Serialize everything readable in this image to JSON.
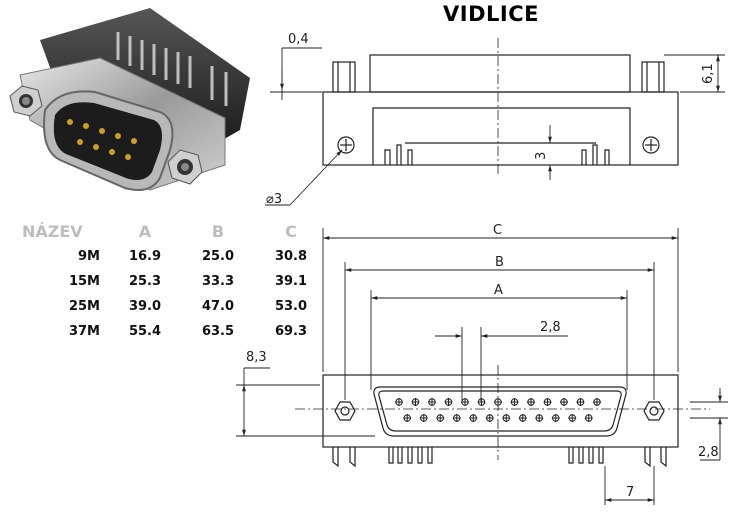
{
  "title": "VIDLICE",
  "table": {
    "headers": [
      "NÁZEV",
      "A",
      "B",
      "C"
    ],
    "rows": [
      [
        "9M",
        "16.9",
        "25.0",
        "30.8"
      ],
      [
        "15M",
        "25.3",
        "33.3",
        "39.1"
      ],
      [
        "25M",
        "39.0",
        "47.0",
        "53.0"
      ],
      [
        "37M",
        "55.4",
        "63.5",
        "69.3"
      ]
    ]
  },
  "top_view": {
    "dim_thickness": "0,4",
    "dim_height": "6,1",
    "dim_pin_offset": "3",
    "dim_hole": "⌀3"
  },
  "front_view": {
    "dim_c": "C",
    "dim_b": "B",
    "dim_a": "A",
    "dim_pitch": "2,8",
    "dim_depth": "8,3",
    "dim_row_spacing": "2,8",
    "dim_offset": "7"
  }
}
